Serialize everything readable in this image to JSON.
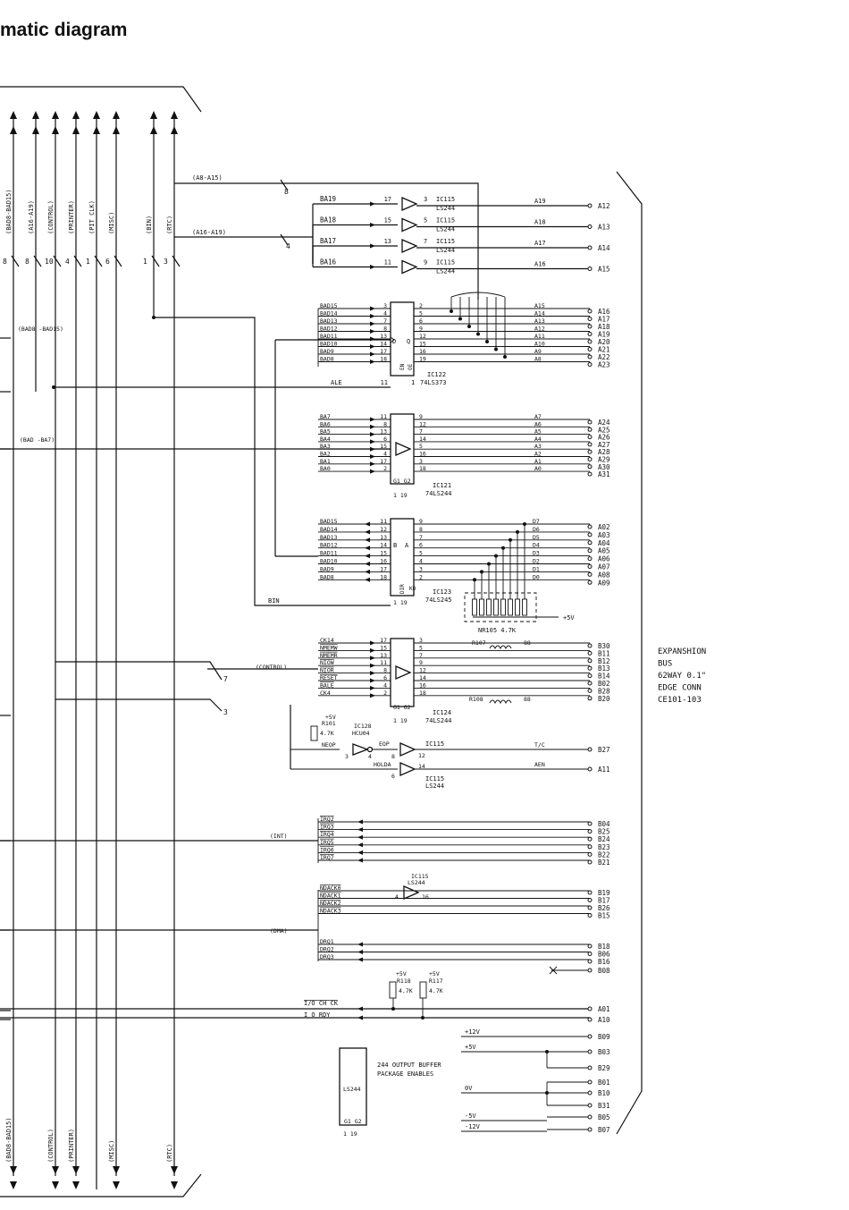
{
  "title": "matic diagram",
  "left_bus": {
    "labels": [
      "(BAD8-BAD15)",
      "(A16-A19)",
      "(CONTROL)",
      "(PRINTER)",
      "(PIT CLK)",
      "(MISC)",
      "(BIN)",
      "(RTC)"
    ],
    "counts": [
      "8",
      "8",
      "10",
      "4",
      "1",
      "6",
      "1",
      "3"
    ],
    "bottom_labels": [
      "(BAD8-BAD15)",
      "(CONTROL)",
      "(PRINTER)",
      "(MISC)",
      "(RTC)"
    ],
    "taps": [
      {
        "label": "(A8-A15)",
        "count": "8"
      },
      {
        "label": "(A16-A19)",
        "count": "4"
      },
      {
        "label": "(BAD8 -BAD15)",
        "count": ""
      },
      {
        "label": "(BAD -BA7)",
        "count": ""
      },
      {
        "label": "(CONTROL)",
        "count": "7"
      },
      {
        "label": "",
        "count": "3"
      },
      {
        "label": "(INT)",
        "count": ""
      },
      {
        "label": "(DMA)",
        "count": ""
      }
    ]
  },
  "chips": {
    "ic115_buffers": [
      {
        "in": "BA19",
        "pin_in": "17",
        "pin_out": "3",
        "name": "IC115",
        "type": "LS244",
        "sig": "A19",
        "pin": "A12"
      },
      {
        "in": "BA18",
        "pin_in": "15",
        "pin_out": "5",
        "name": "IC115",
        "type": "LS244",
        "sig": "A18",
        "pin": "A13"
      },
      {
        "in": "BA17",
        "pin_in": "13",
        "pin_out": "7",
        "name": "IC115",
        "type": "LS244",
        "sig": "A17",
        "pin": "A14"
      },
      {
        "in": "BA16",
        "pin_in": "11",
        "pin_out": "9",
        "name": "IC115",
        "type": "LS244",
        "sig": "A16",
        "pin": "A15"
      }
    ],
    "ic122": {
      "name": "IC122",
      "type": "74LS373",
      "inputs": [
        "BAD15",
        "BAD14",
        "BAD13",
        "BAD12",
        "BAD11",
        "BAD10",
        "BAD9",
        "BAD8"
      ],
      "in_pins": [
        "3",
        "4",
        "7",
        "8",
        "13",
        "14",
        "17",
        "18"
      ],
      "out_pins": [
        "2",
        "5",
        "6",
        "9",
        "12",
        "15",
        "16",
        "19"
      ],
      "outputs": [
        "A15",
        "A14",
        "A13",
        "A12",
        "A11",
        "A10",
        "A9",
        "A8"
      ],
      "pins": [
        "A16",
        "A17",
        "A18",
        "A19",
        "A20",
        "A21",
        "A22",
        "A23"
      ],
      "ctrl": "ALE",
      "ctrl_pins": [
        "11",
        "1"
      ],
      "en": "EN",
      "oe": "OE",
      "d": "D",
      "q": "Q"
    },
    "ic121": {
      "name": "IC121",
      "type": "74LS244",
      "inputs": [
        "BA7",
        "BA6",
        "BA5",
        "BA4",
        "BA3",
        "BA2",
        "BA1",
        "BA0"
      ],
      "in_pins": [
        "11",
        "8",
        "13",
        "6",
        "15",
        "4",
        "17",
        "2"
      ],
      "out_pins": [
        "9",
        "12",
        "7",
        "14",
        "5",
        "16",
        "3",
        "18"
      ],
      "outputs": [
        "A7",
        "A6",
        "A5",
        "A4",
        "A3",
        "A2",
        "A1",
        "A0"
      ],
      "pins": [
        "A24",
        "A25",
        "A26",
        "A27",
        "A28",
        "A29",
        "A30",
        "A31"
      ],
      "gates": "G1 G2",
      "gate_pins": "1   19"
    },
    "ic123": {
      "name": "IC123",
      "type": "74LS245",
      "inputs": [
        "BAD15",
        "BAD14",
        "BAD13",
        "BAD12",
        "BAD11",
        "BAD10",
        "BAD9",
        "BAD8"
      ],
      "in_pins": [
        "11",
        "12",
        "13",
        "14",
        "15",
        "16",
        "17",
        "18"
      ],
      "out_pins": [
        "9",
        "8",
        "7",
        "6",
        "5",
        "4",
        "3",
        "2"
      ],
      "outputs": [
        "D7",
        "D6",
        "D5",
        "D4",
        "D3",
        "D2",
        "D1",
        "D0"
      ],
      "pins": [
        "A02",
        "A03",
        "A04",
        "A05",
        "A06",
        "A07",
        "A08",
        "A09"
      ],
      "ctrl": "BIN",
      "b": "B",
      "a": "A",
      "dir": "DIR",
      "ko": "KO",
      "ctrl_pins": "1   19",
      "nr": "NR105 4.7K",
      "vcc": "+5V"
    },
    "ic124": {
      "name": "IC124",
      "type": "74LS244",
      "inputs": [
        "CK14",
        "NMEMW",
        "NMEMR",
        "NIOW",
        "NIOR",
        "RESET",
        "BALE",
        "CK4"
      ],
      "in_pins": [
        "17",
        "15",
        "13",
        "11",
        "8",
        "6",
        "4",
        "2"
      ],
      "out_pins": [
        "3",
        "5",
        "7",
        "9",
        "12",
        "14",
        "16",
        "18"
      ],
      "pins": [
        "B30",
        "B11",
        "B12",
        "B13",
        "B14",
        "B02",
        "B28",
        "B20"
      ],
      "r107": "R107",
      "r108": "R108",
      "r_val": "88",
      "gates": "G1 G2",
      "gate_pins": "1   19"
    },
    "ic128": {
      "name": "IC128",
      "type": "HCU04",
      "res": "R101",
      "res_val": "4.7K",
      "vcc": "+5V",
      "in": "NEOP",
      "pin_in": "3",
      "pin_out": "4",
      "eop": "EOP",
      "eop_pin": "8"
    },
    "ic115_lower": {
      "name": "IC115",
      "type": "LS244",
      "holda": "HOLDA",
      "pin_holda": "14",
      "pin_6": "6",
      "pin_12": "12",
      "tc": "T/C",
      "tc_pin": "B27",
      "aen": "AEN",
      "aen_pin": "A11"
    },
    "ic115_dma": {
      "name": "IC115",
      "type": "LS244",
      "pin_in": "4",
      "pin_out": "16"
    }
  },
  "int_lines": {
    "labels": [
      "IRQ2",
      "IRQ3",
      "IRQ4",
      "IRQ5",
      "IRQ6",
      "IRQ7"
    ],
    "pins": [
      "B04",
      "B25",
      "B24",
      "B23",
      "B22",
      "B21"
    ]
  },
  "dma_lines": {
    "nack": [
      "NDACK0",
      "NDACK1",
      "NDACK2",
      "NDACK3"
    ],
    "nack_pins": [
      "B19",
      "B17",
      "B26",
      "B15"
    ],
    "drq": [
      "DRQ1",
      "DRQ2",
      "DRQ3"
    ],
    "drq_pins": [
      "B18",
      "B06",
      "B16"
    ],
    "nc_pin": "B08"
  },
  "io": {
    "r118": "R118",
    "r117": "R117",
    "r_val": "4.7K",
    "vcc": "+5V",
    "chck": "I/O CH CK",
    "chck_pin": "A01",
    "rdy": "I O RDY",
    "rdy_pin": "A10"
  },
  "power": {
    "rails": [
      {
        "label": "+12V",
        "pins": [
          "B09"
        ]
      },
      {
        "label": "+5V",
        "pins": [
          "B03",
          "B29"
        ]
      },
      {
        "label": "0V",
        "pins": [
          "B01",
          "B10",
          "B31"
        ]
      },
      {
        "label": "-5V",
        "pins": [
          "B05"
        ]
      },
      {
        "label": "-12V",
        "pins": [
          "B07"
        ]
      }
    ]
  },
  "legend_chip": {
    "type": "LS244",
    "gates": "G1 G2",
    "gate_pins": "1   19",
    "note1": "244 OUTPUT BUFFER",
    "note2": "PACKAGE ENABLES"
  },
  "connector": [
    "EXPANSHION",
    "BUS",
    "62WAY 0.1\"",
    "EDGE CONN",
    "CE101-103"
  ]
}
